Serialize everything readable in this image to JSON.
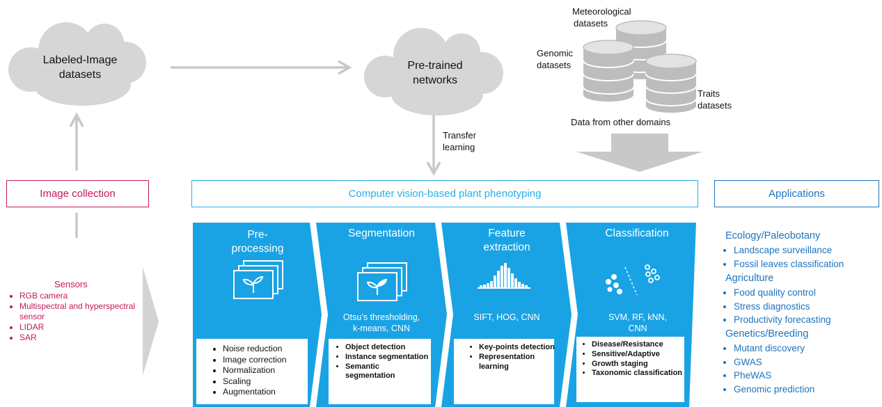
{
  "clouds": {
    "labeled": [
      "Labeled-Image",
      "datasets"
    ],
    "pretrained": [
      "Pre-trained",
      "networks"
    ]
  },
  "transfer": [
    "Transfer",
    "learning"
  ],
  "other_data": {
    "meteorological": [
      "Meteorological",
      "datasets"
    ],
    "genomic": [
      "Genomic",
      "datasets"
    ],
    "traits": [
      "Traits",
      "datasets"
    ],
    "caption": "Data from other domains"
  },
  "labels": {
    "image_collection": "Image collection",
    "cv_phenotyping": "Computer vision-based plant phenotyping",
    "applications": "Applications"
  },
  "sensors": {
    "title": "Sensors",
    "items": [
      "RGB camera",
      "Multispectral and hyperspectral sensor",
      "LIDAR",
      "SAR"
    ]
  },
  "stages": [
    {
      "title": [
        "Pre-",
        "processing"
      ],
      "methods": [],
      "items": [
        "Noise reduction",
        "Image correction",
        "Normalization",
        "Scaling",
        "Augmentation"
      ]
    },
    {
      "title": [
        "Segmentation"
      ],
      "methods": [
        "Otsu’s thresholding,",
        "k-means, CNN"
      ],
      "items": [
        "Object detection",
        "Instance segmentation",
        "Semantic segmentation"
      ]
    },
    {
      "title": [
        "Feature",
        "extraction"
      ],
      "methods": [
        "SIFT, HOG, CNN"
      ],
      "items": [
        "Key-points detection",
        "Representation learning"
      ]
    },
    {
      "title": [
        "Classification"
      ],
      "methods": [
        "SVM, RF, kNN,",
        "CNN"
      ],
      "items": [
        "Disease/Resistance",
        "Sensitive/Adaptive",
        "Growth staging",
        "Taxonomic classification"
      ]
    }
  ],
  "applications": [
    {
      "category": "Ecology/Paleobotany",
      "items": [
        "Landscape surveillance",
        "Fossil leaves classification"
      ]
    },
    {
      "category": "Agriculture",
      "items": [
        "Food quality control",
        "Stress diagnostics",
        "Productivity forecasting"
      ]
    },
    {
      "category": "Genetics/Breeding",
      "items": [
        "Mutant discovery",
        "GWAS",
        "PheWAS",
        "Genomic prediction"
      ]
    }
  ],
  "colors": {
    "stage_blue": "#1aa3e4",
    "pink": "#c2185b",
    "cyan_border": "#29aee6",
    "app_blue": "#1e73be",
    "arrow_gray": "#c8c8c8",
    "cloud_gray": "#d6d6d6"
  }
}
